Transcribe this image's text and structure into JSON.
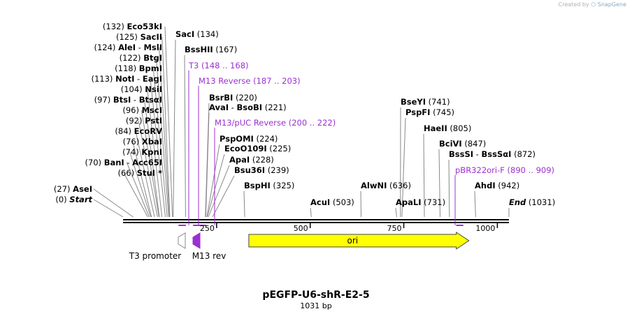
{
  "credit": {
    "prefix": "Created by",
    "brand": "SnapGene"
  },
  "map": {
    "name": "pEGFP-U6-shR-E2-5",
    "length_label": "1031 bp",
    "length": 1031,
    "ticks": [
      {
        "label": "250",
        "pos": 250
      },
      {
        "label": "500",
        "pos": 500
      },
      {
        "label": "750",
        "pos": 750
      },
      {
        "label": "1000",
        "pos": 1000
      }
    ],
    "left_sites": [
      {
        "pos_label": "(132)",
        "name": "Eco53kI",
        "pos": 132
      },
      {
        "pos_label": "(125)",
        "name": "SacII",
        "pos": 125
      },
      {
        "pos_label": "(124)",
        "name": "AleI",
        "name2": "MslI",
        "pos": 124
      },
      {
        "pos_label": "(122)",
        "name": "BtgI",
        "pos": 122
      },
      {
        "pos_label": "(118)",
        "name": "BpmI",
        "pos": 118
      },
      {
        "pos_label": "(113)",
        "name": "NotI",
        "name2": "EagI",
        "pos": 113
      },
      {
        "pos_label": "(104)",
        "name": "NsiI",
        "pos": 104
      },
      {
        "pos_label": "(97)",
        "name": "BtsI",
        "name2": "BtsαI",
        "pos": 97
      },
      {
        "pos_label": "(96)",
        "name": "MscI",
        "pos": 96
      },
      {
        "pos_label": "(92)",
        "name": "PstI",
        "pos": 92
      },
      {
        "pos_label": "(84)",
        "name": "EcoRV",
        "pos": 84
      },
      {
        "pos_label": "(76)",
        "name": "XbaI",
        "pos": 76
      },
      {
        "pos_label": "(74)",
        "name": "KpnI",
        "pos": 74
      },
      {
        "pos_label": "(70)",
        "name": "BanI",
        "name2": "Acc65I",
        "pos": 70
      },
      {
        "pos_label": "(66)",
        "name": "StuI",
        "suffix": " *",
        "pos": 66
      },
      {
        "pos_label": "(27)",
        "name": "AseI",
        "pos": 27
      },
      {
        "pos_label": "(0)",
        "name": "Start",
        "pos": 0,
        "italic": true
      }
    ],
    "right_sites": [
      {
        "name": "SacI",
        "pos_label": "(134)",
        "pos": 134
      },
      {
        "name": "BssHII",
        "pos_label": "(167)",
        "pos": 167
      },
      {
        "name": "BsrBI",
        "pos_label": "(220)",
        "pos": 220
      },
      {
        "name": "AvaI",
        "name2": "BsoBI",
        "pos_label": "(221)",
        "pos": 221
      },
      {
        "name": "PspOMI",
        "pos_label": "(224)",
        "pos": 224
      },
      {
        "name": "EcoO109I",
        "pos_label": "(225)",
        "pos": 225
      },
      {
        "name": "ApaI",
        "pos_label": "(228)",
        "pos": 228
      },
      {
        "name": "Bsu36I",
        "pos_label": "(239)",
        "pos": 239
      },
      {
        "name": "BspHI",
        "pos_label": "(325)",
        "pos": 325
      },
      {
        "name": "AcuI",
        "pos_label": "(503)",
        "pos": 503
      },
      {
        "name": "AlwNI",
        "pos_label": "(636)",
        "pos": 636
      },
      {
        "name": "BseYI",
        "pos_label": "(741)",
        "pos": 741
      },
      {
        "name": "PspFI",
        "pos_label": "(745)",
        "pos": 745
      },
      {
        "name": "ApaLI",
        "pos_label": "(731)",
        "pos": 731
      },
      {
        "name": "HaeII",
        "pos_label": "(805)",
        "pos": 805
      },
      {
        "name": "BciVI",
        "pos_label": "(847)",
        "pos": 847
      },
      {
        "name": "BssSI",
        "name2": "BssSαI",
        "pos_label": "(872)",
        "pos": 872
      },
      {
        "name": "AhdI",
        "pos_label": "(942)",
        "pos": 942
      },
      {
        "name": "End",
        "pos_label": "(1031)",
        "pos": 1031,
        "italic": true
      }
    ],
    "primers": [
      {
        "name": "T3",
        "range": "(148 .. 168)",
        "start": 148,
        "end": 168,
        "color": "#9b30d0"
      },
      {
        "name": "M13 Reverse",
        "range": "(187 .. 203)",
        "start": 187,
        "end": 203,
        "color": "#9b30d0"
      },
      {
        "name": "M13/pUC Reverse",
        "range": "(200 .. 222)",
        "start": 200,
        "end": 222,
        "color": "#9b30d0"
      },
      {
        "name": "pBR322ori-F",
        "range": "(890 .. 909)",
        "start": 890,
        "end": 909,
        "color": "#9b30d0"
      }
    ],
    "features": [
      {
        "name": "T3 promoter",
        "start": 150,
        "end": 168,
        "direction": "reverse",
        "color": "#ffffff"
      },
      {
        "name": "M13 rev",
        "start": 187,
        "end": 203,
        "direction": "reverse",
        "color": "#9b30d0"
      },
      {
        "name": "ori",
        "start": 336,
        "end": 924,
        "direction": "forward",
        "color": "#ffff00"
      }
    ]
  }
}
